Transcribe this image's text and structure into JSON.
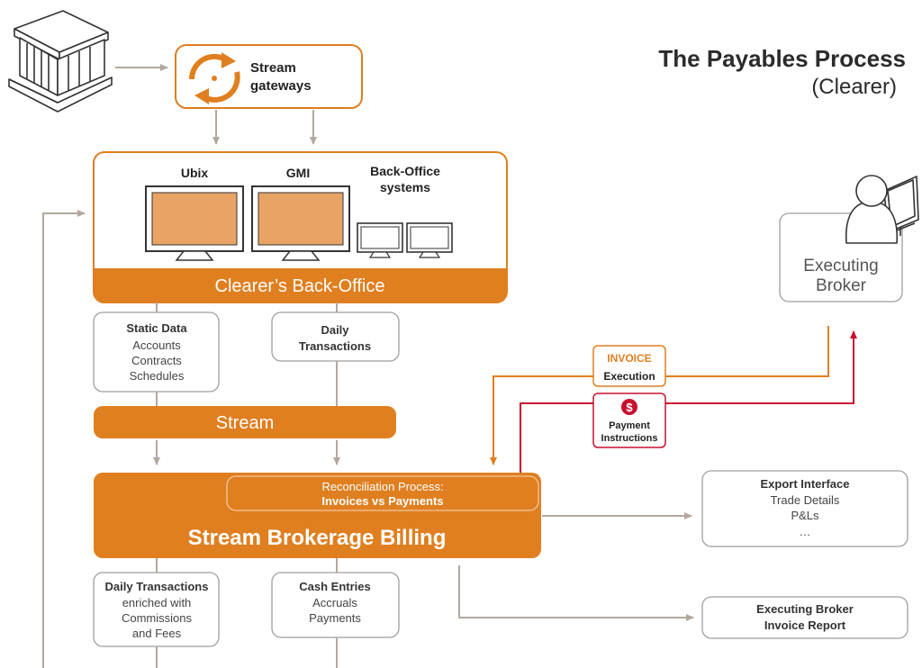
{
  "title": {
    "main": "The Payables Process",
    "sub": "(Clearer)"
  },
  "gateway": {
    "line1": "Stream",
    "line2": "gateways",
    "icon": "sync-arrows-icon"
  },
  "bank": {
    "icon": "bank-building-icon"
  },
  "back_office": {
    "label": "Clearer’s Back-Office",
    "systems": [
      {
        "label": "Ubix"
      },
      {
        "label": "GMI"
      },
      {
        "line1": "Back-Office",
        "line2": "systems"
      }
    ]
  },
  "static_data": {
    "title": "Static Data",
    "items": [
      "Accounts",
      "Contracts",
      "Schedules"
    ]
  },
  "daily_transactions": {
    "line1": "Daily",
    "line2": "Transactions"
  },
  "stream": {
    "label": "Stream"
  },
  "billing": {
    "label": "Stream Brokerage Billing",
    "recon_line1": "Reconciliation Process:",
    "recon_line2": "Invoices vs Payments"
  },
  "executing_broker": {
    "line1": "Executing",
    "line2": "Broker",
    "icon": "person-at-computer-icon"
  },
  "invoice_tag": {
    "title": "INVOICE",
    "subtitle": "Execution"
  },
  "payment_tag": {
    "symbol": "$",
    "line1": "Payment",
    "line2": "Instructions",
    "icon": "dollar-icon"
  },
  "export_interface": {
    "title": "Export Interface",
    "items": [
      "Trade Details",
      "P&Ls",
      "…"
    ]
  },
  "broker_report": {
    "line1": "Executing Broker",
    "line2": "Invoice Report"
  },
  "enriched": {
    "title": "Daily Transactions",
    "items": [
      "enriched with",
      "Commissions",
      "and Fees"
    ]
  },
  "cash_entries": {
    "title": "Cash Entries",
    "items": [
      "Accruals",
      "Payments"
    ]
  },
  "colors": {
    "orange": "#E07F20",
    "screen": "#E9A465",
    "gray_arrow": "#B3A89E",
    "red": "#C8102E",
    "box_border": "#9E9E9E"
  }
}
